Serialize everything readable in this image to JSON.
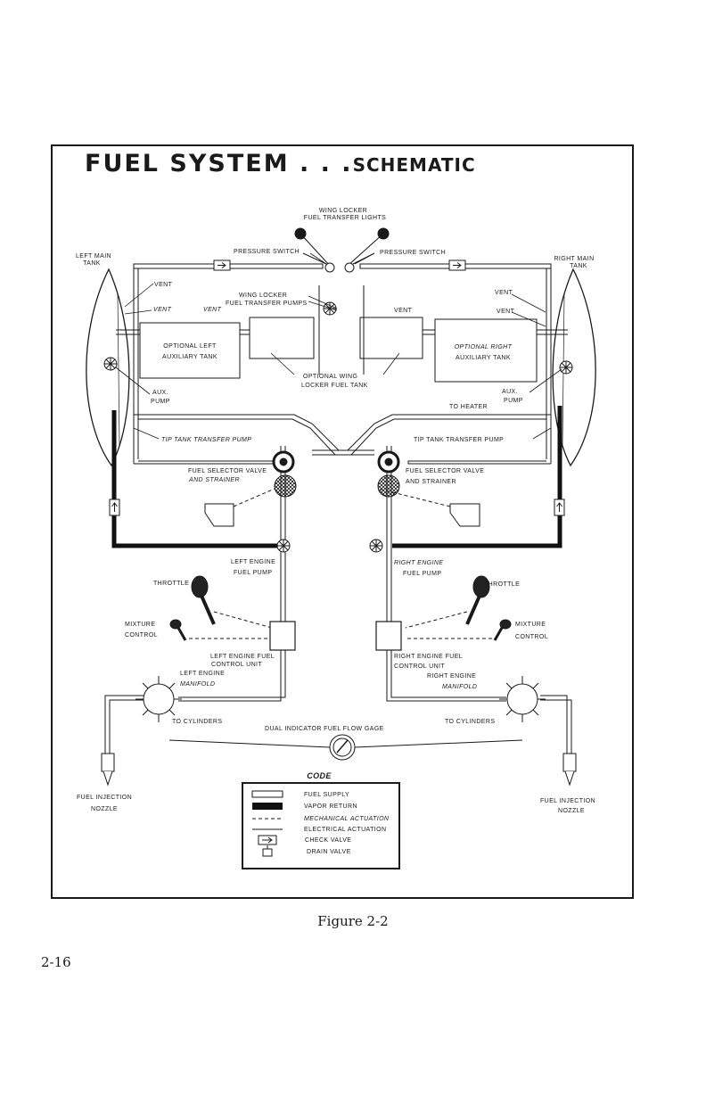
{
  "page": {
    "caption": "Figure 2-2",
    "page_number": "2-16"
  },
  "title": {
    "main": "FUEL SYSTEM . . .",
    "sub": "SCHEMATIC"
  },
  "labels": {
    "wing_locker_lights_1": "WING LOCKER",
    "wing_locker_lights_2": "FUEL TRANSFER LIGHTS",
    "left_main_tank_1": "LEFT MAIN",
    "left_main_tank_2": "TANK",
    "right_main_tank_1": "RIGHT MAIN",
    "right_main_tank_2": "TANK",
    "pressure_switch_left": "PRESSURE SWITCH",
    "pressure_switch_right": "PRESSURE SWITCH",
    "vent": "VENT",
    "vent_italic": "VENT",
    "wing_locker_pumps_1": "WING LOCKER",
    "wing_locker_pumps_2": "FUEL TRANSFER PUMPS",
    "opt_left_aux_1": "OPTIONAL LEFT",
    "opt_left_aux_2": "AUXILIARY TANK",
    "opt_right_aux_1": "OPTIONAL RIGHT",
    "opt_right_aux_2": "AUXILIARY TANK",
    "opt_wing_locker_1": "OPTIONAL WING",
    "opt_wing_locker_2": "LOCKER FUEL TANK",
    "aux_pump_1": "AUX.",
    "aux_pump_2": "PUMP",
    "to_heater": "TO HEATER",
    "tip_tank_left": "TIP TANK TRANSFER PUMP",
    "tip_tank_right": "TIP TANK TRANSFER PUMP",
    "fuel_selector_left_1": "FUEL SELECTOR VALVE",
    "fuel_selector_left_2": "AND STRAINER",
    "fuel_selector_right_1": "FUEL SELECTOR VALVE",
    "fuel_selector_right_2": "AND STRAINER",
    "left_engine_pump_1": "LEFT ENGINE",
    "left_engine_pump_2": "FUEL PUMP",
    "right_engine_pump_1": "RIGHT ENGINE",
    "right_engine_pump_2": "FUEL PUMP",
    "throttle": "THROTTLE",
    "mixture_1": "MIXTURE",
    "mixture_2": "CONTROL",
    "left_fcu_1": "LEFT ENGINE FUEL",
    "left_fcu_2": "CONTROL UNIT",
    "right_fcu_1": "RIGHT ENGINE FUEL",
    "right_fcu_2": "CONTROL UNIT",
    "left_manifold_1": "LEFT ENGINE",
    "left_manifold_2": "MANIFOLD",
    "right_manifold_1": "RIGHT ENGINE",
    "right_manifold_2": "MANIFOLD",
    "to_cylinders": "TO CYLINDERS",
    "flow_gage": "DUAL INDICATOR FUEL FLOW GAGE",
    "injection_1": "FUEL INJECTION",
    "injection_2": "NOZZLE"
  },
  "legend": {
    "title": "CODE",
    "items": [
      "FUEL SUPPLY",
      "VAPOR RETURN",
      "MECHANICAL ACTUATION",
      "ELECTRICAL ACTUATION",
      "CHECK VALVE",
      "DRAIN VALVE"
    ]
  }
}
